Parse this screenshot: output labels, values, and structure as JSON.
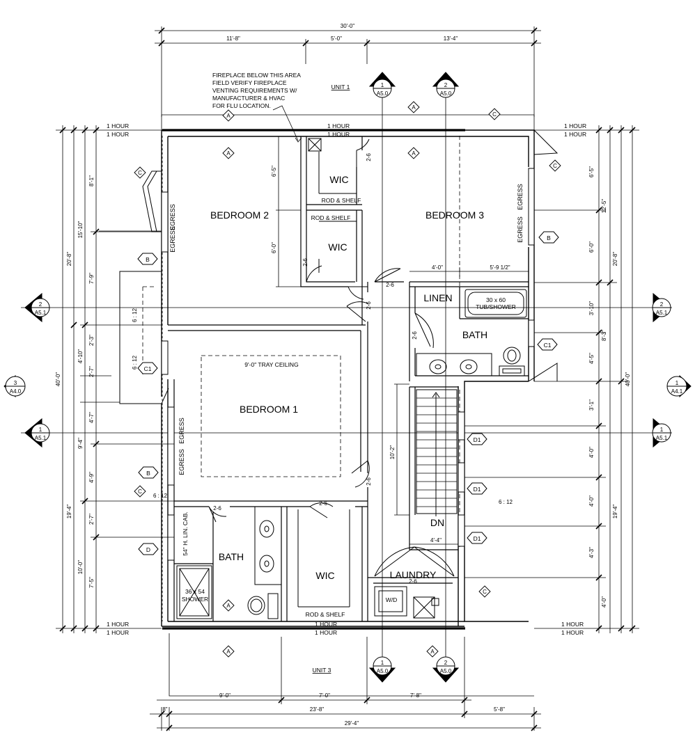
{
  "units": {
    "top": "UNIT 1",
    "bottom": "UNIT 3"
  },
  "rooms": {
    "bedroom1": "BEDROOM 1",
    "bedroom2": "BEDROOM 2",
    "bedroom3": "BEDROOM 3",
    "wic_top1": "WIC",
    "wic_top2": "WIC",
    "wic_bottom": "WIC",
    "bath_top": "BATH",
    "bath_bottom": "BATH",
    "laundry": "LAUNDRY",
    "linen": "LINEN",
    "dn": "DN"
  },
  "labels": {
    "rod_shelf": "ROD & SHELF",
    "tray": "9'-0\" TRAY CEILING",
    "egress": "EGRESS",
    "tub1": "30 x 60",
    "tub2": "TUB/SHOWER",
    "shower1": "36 x 54",
    "shower2": "SHOWER",
    "lin_cab": "54\" H. LIN. CAB.",
    "wd": "W/D",
    "hour": "1 HOUR",
    "fireplace": [
      "FIREPLACE BELOW THIS AREA",
      "FIELD VERIFY FIREPLACE",
      "VENTING REQUIREMENTS W/",
      "MANUFACTURER & HVAC",
      "FOR FLU LOCATION."
    ]
  },
  "doors": {
    "d26": "2-6"
  },
  "slopes": {
    "s612": "6 : 12"
  },
  "tags": {
    "a": "A",
    "b": "B",
    "c": "C",
    "c1": "C1",
    "d": "D",
    "d1": "D1"
  },
  "markers": {
    "a51": "A5.1",
    "a41": "A4.1",
    "a40": "A4.0",
    "a50": "A5.0",
    "n1": "1",
    "n2": "2",
    "n3": "3"
  },
  "dims": {
    "top_total": "30'-0\"",
    "top_a": "11'-8\"",
    "top_b": "5'-0\"",
    "top_c": "13'-4\"",
    "bot_a": "9'-0\"",
    "bot_b": "7'-0\"",
    "bot_c": "7'-8\"",
    "bot_d": "23'-8\"",
    "bot_e": "5'-8\"",
    "bot_f": "29'-4\"",
    "bot_g": "8\"",
    "left_total": "40'-0\"",
    "left_a": "20'-8\"",
    "left_b": "15'-10\"",
    "left_c": "8'-1\"",
    "left_d": "7'-9\"",
    "left_e": "2'-3\"",
    "left_f": "4'-10\"",
    "left_g": "2'-7\"",
    "left_h": "4'-7\"",
    "left_i": "9'-4\"",
    "left_j": "4'-9\"",
    "left_k": "2'-7\"",
    "left_l": "19'-4\"",
    "left_m": "10'-0\"",
    "left_n": "7'-5\"",
    "right_total": "40'-0\"",
    "right_a": "20'-8\"",
    "right_b": "12'-5\"",
    "right_c": "6'-5\"",
    "right_d": "6'-0\"",
    "right_e": "3'-10\"",
    "right_f": "8'-3\"",
    "right_g": "4'-5\"",
    "right_h": "3'-1\"",
    "right_i": "4'-0\"",
    "right_j": "4'-0\"",
    "right_k": "4'-3\"",
    "right_l": "4'-0\"",
    "right_m": "19'-4\"",
    "in_a": "6'-5\"",
    "in_b": "6'-0\"",
    "in_c": "4'-0\"",
    "in_d": "5'-9 1/2\"",
    "in_e": "10'-2\"",
    "in_f": "4'-4\""
  }
}
